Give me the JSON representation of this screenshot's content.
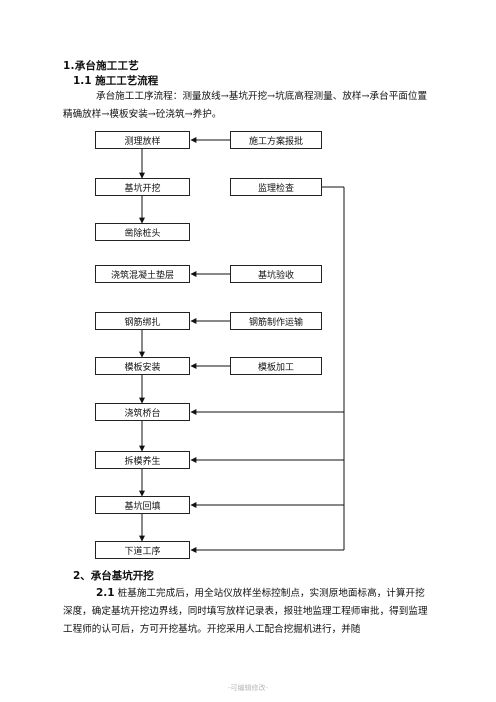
{
  "heading1": "1.承台施工工艺",
  "heading1_1": "1.1 施工工艺流程",
  "intro": "承台施工工序流程：测量放线→基坑开挖→坑底高程测量、放样→承台平面位置精确放样→模板安装→砼浇筑→养护。",
  "flowchart": {
    "left_steps": [
      "测理放样",
      "基坑开挖",
      "凿除桩头",
      "浇筑混凝土垫层",
      "钢筋绑扎",
      "模板安装",
      "浇筑桥台",
      "拆模养生",
      "基坑回填",
      "下道工序"
    ],
    "right_steps": [
      "施工方案报批",
      "监理检查",
      "基坑验收",
      "钢筋制作运输",
      "模板加工"
    ]
  },
  "heading2": "2、承台基坑开挖",
  "section_2_1": {
    "number": "2.1",
    "text": " 桩基施工完成后，用全站仪放样坐标控制点，实测原地面标高，计算开挖深度，确定基坑开挖边界线，同时填写放样记录表，报驻地监理工程师审批，得到监理工程师的认可后，方可开挖基坑。开挖采用人工配合挖掘机进行，并随"
  },
  "footer": "-可编辑修改-"
}
